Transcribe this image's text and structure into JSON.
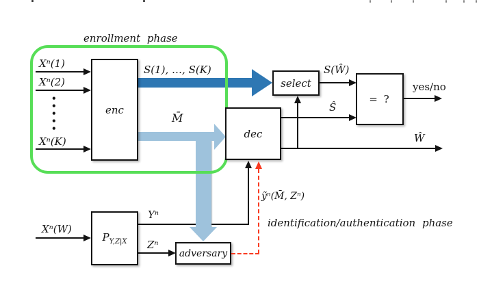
{
  "diagram": {
    "phases": {
      "enrollment": "enrollment phase",
      "identification": "identification/authentication phase"
    },
    "blocks": {
      "enc": "enc",
      "dec": "dec",
      "select": "select",
      "comparator": "= ?",
      "channel_base": "P",
      "channel_sub": "Y,Z|X",
      "adversary": "adversary"
    },
    "signals": {
      "x1": "Xⁿ(1)",
      "x2": "Xⁿ(2)",
      "vdots": "•\n•\n•\n•\n•",
      "xk": "Xⁿ(K)",
      "xw": "Xⁿ(W)",
      "s_list": "S(1), …, S(K)",
      "m_bar": "M̄",
      "y": "Yⁿ",
      "z": "Zⁿ",
      "y_tilde": "ỹⁿ(M̄, Zⁿ)",
      "s_hat_w": "S(Ŵ)",
      "s_hat": "Ŝ",
      "w_hat": "Ŵ",
      "yes_no": "yes/no"
    },
    "colors": {
      "enrollment_border": "#57de57",
      "secret_arrow": "#2e77b3",
      "helper_arrow": "#9ec2dc",
      "adversary_link": "#f93a20",
      "line": "#131313"
    }
  }
}
